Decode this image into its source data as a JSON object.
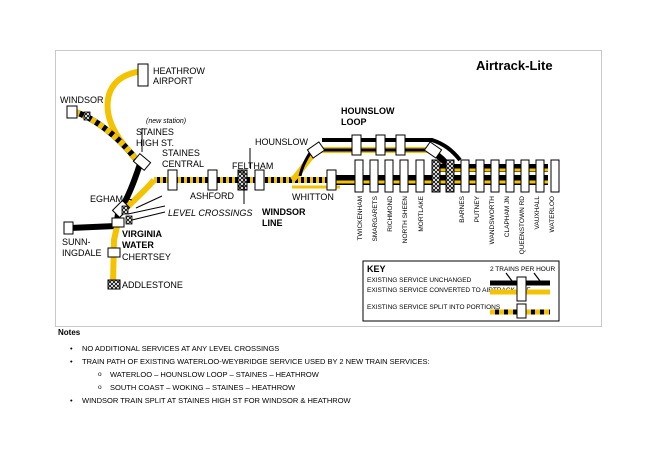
{
  "title": "Airtrack-Lite",
  "stations": {
    "heathrow": [
      "HEATHROW",
      "AIRPORT"
    ],
    "windsor": "WINDSOR",
    "new_station": "(new station)",
    "staines_high": [
      "STAINES",
      "HIGH ST."
    ],
    "staines_central": [
      "STAINES",
      "CENTRAL"
    ],
    "feltham": "FELTHAM",
    "ashford": "ASHFORD",
    "hounslow": "HOUNSLOW",
    "hounslow_loop": [
      "HOUNSLOW",
      "LOOP"
    ],
    "whitton": "WHITTON",
    "windsor_line": [
      "WINDSOR",
      "LINE"
    ],
    "egham": "EGHAM",
    "virginia_water": [
      "VIRGINIA",
      "WATER"
    ],
    "sunningdale": [
      "SUNN-",
      "INGDALE"
    ],
    "chertsey": "CHERTSEY",
    "addlestone": "ADDLESTONE",
    "level_crossings": "LEVEL CROSSINGS"
  },
  "london_stations": [
    "TWICKENHAM",
    "SMARGARETS",
    "RICHMOND",
    "NORTH SHEEN",
    "MORTLAKE",
    "BARNES",
    "PUTNEY",
    "WANDSWORTH",
    "CLAPHAM JN",
    "QUEENSTOWN RD",
    "VAUXHALL",
    "WATERLOO"
  ],
  "key": {
    "title": "KEY",
    "trains_per_hour": "2 TRAINS PER HOUR",
    "items": [
      "EXISTING SERVICE UNCHANGED",
      "EXISTING SERVICE CONVERTED TO AIRTRACK-LITE",
      "EXISTING SERVICE SPLIT INTO PORTIONS"
    ]
  },
  "notes": {
    "heading": "Notes",
    "items": [
      "NO ADDITIONAL SERVICES AT ANY LEVEL CROSSINGS",
      "TRAIN PATH OF EXISTING WATERLOO-WEYBRIDGE SERVICE USED BY 2 NEW TRAIN SERVICES:",
      "WATERLOO – HOUNSLOW LOOP – STAINES – HEATHROW",
      "SOUTH COAST – WOKING – STAINES – HEATHROW",
      "WINDSOR TRAIN SPLIT AT STAINES HIGH ST FOR WINDSOR & HEATHROW"
    ]
  },
  "colors": {
    "airtrack": "#f5c200",
    "existing": "#000000",
    "station_fill": "#ffffff"
  }
}
